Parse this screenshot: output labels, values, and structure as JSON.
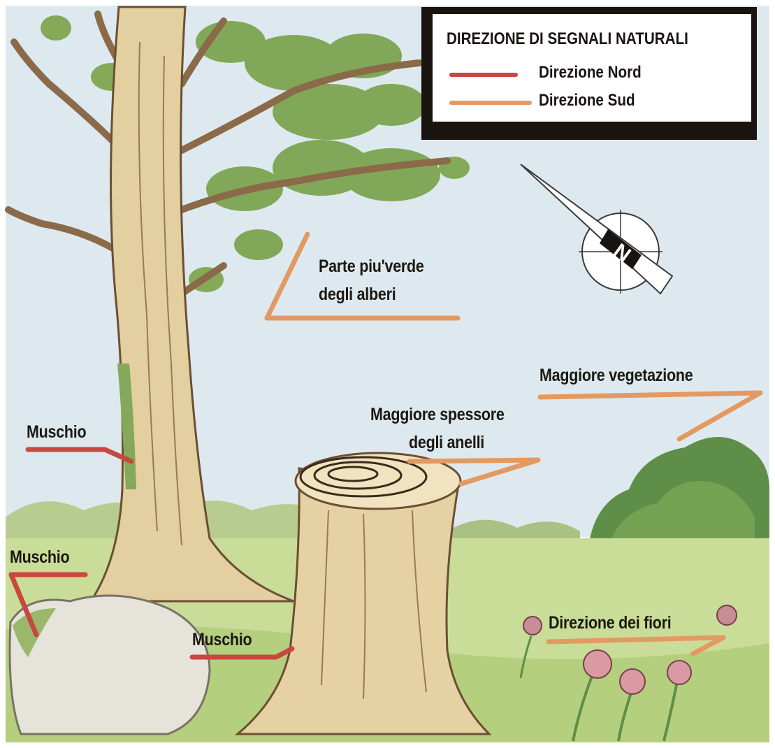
{
  "colors": {
    "north": "#c8473f",
    "south": "#e39a62",
    "sky": "#dde9ef",
    "grass": "#c9dd98"
  },
  "legend": {
    "title": "DIREZIONE DI SEGNALI NATURALI",
    "items": [
      {
        "label": "Direzione Nord",
        "color": "#c8473f"
      },
      {
        "label": "Direzione Sud",
        "color": "#e39a62"
      }
    ]
  },
  "compass": {
    "letter": "N"
  },
  "labels": {
    "green_side_1": "Parte piu'verde",
    "green_side_2": "degli alberi",
    "vegetation": "Maggiore vegetazione",
    "rings_1": "Maggiore spessore",
    "rings_2": "degli anelli",
    "moss_tree": "Muschio",
    "moss_rock": "Muschio",
    "moss_stump": "Muschio",
    "flowers": "Direzione dei fiori"
  }
}
